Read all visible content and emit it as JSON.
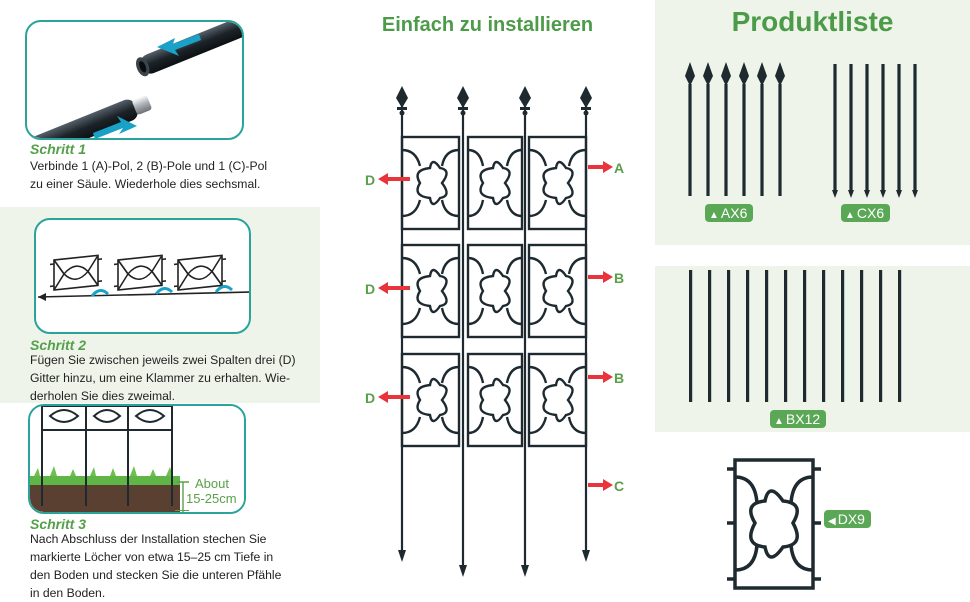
{
  "steps": [
    {
      "title": "Schritt 1",
      "text": [
        "Verbinde 1 (A)-Pol, 2 (B)-Pole und 1 (C)-Pol",
        "zu einer Säule. Wiederhole dies sechsmal."
      ]
    },
    {
      "title": "Schritt 2",
      "text": [
        "Fügen Sie zwischen jeweils zwei Spalten drei (D)",
        "Gitter hinzu, um eine Klammer zu erhalten. Wie-",
        "derholen Sie dies zweimal."
      ]
    },
    {
      "title": "Schritt 3",
      "text": [
        "Nach Abschluss der Installation stechen Sie",
        "markierte Löcher von etwa 15–25 cm Tiefe in",
        "den Boden und stecken Sie die unteren Pfähle",
        "in den Boden."
      ]
    }
  ],
  "depth_note": {
    "line1": "About",
    "line2": "15-25cm"
  },
  "middle": {
    "title": "Einfach zu installieren",
    "labels": {
      "a": "A",
      "b1": "B",
      "b2": "B",
      "c": "C",
      "d1": "D",
      "d2": "D",
      "d3": "D"
    }
  },
  "parts": {
    "title": "Produktliste",
    "ax": "AX6",
    "cx": "CX6",
    "bx": "BX12",
    "dx": "DX9"
  },
  "colors": {
    "green": "#54a04a",
    "teal": "#2aa39a",
    "arrow": "#e8343a",
    "panel": "#eef4ea",
    "metal": "#1e2a30"
  }
}
